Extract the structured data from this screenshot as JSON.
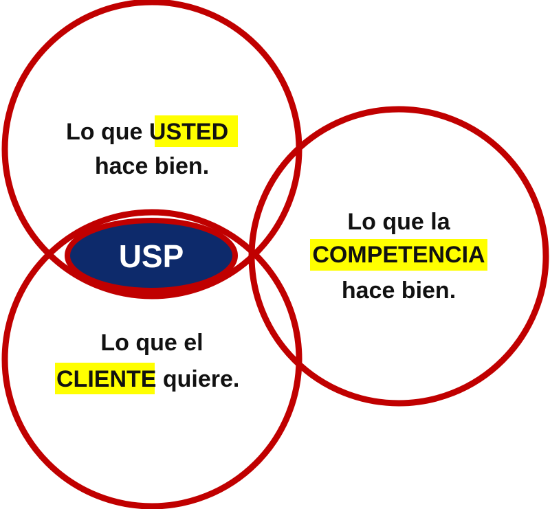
{
  "diagram": {
    "usted": {
      "prefix": "Lo que ",
      "highlight": "USTED",
      "line2": "hace bien."
    },
    "competencia": {
      "line1": "Lo que la",
      "highlight": "COMPETENCIA",
      "line3": "hace bien."
    },
    "cliente": {
      "line1": "Lo que el",
      "highlight": "CLIENTE",
      "suffix": " quiere."
    },
    "center": {
      "label": "USP"
    }
  },
  "colors": {
    "circle_stroke": "#c00000",
    "highlight": "#ffff00",
    "center_fill": "#0d2a6b",
    "center_text": "#ffffff",
    "text": "#111111"
  }
}
